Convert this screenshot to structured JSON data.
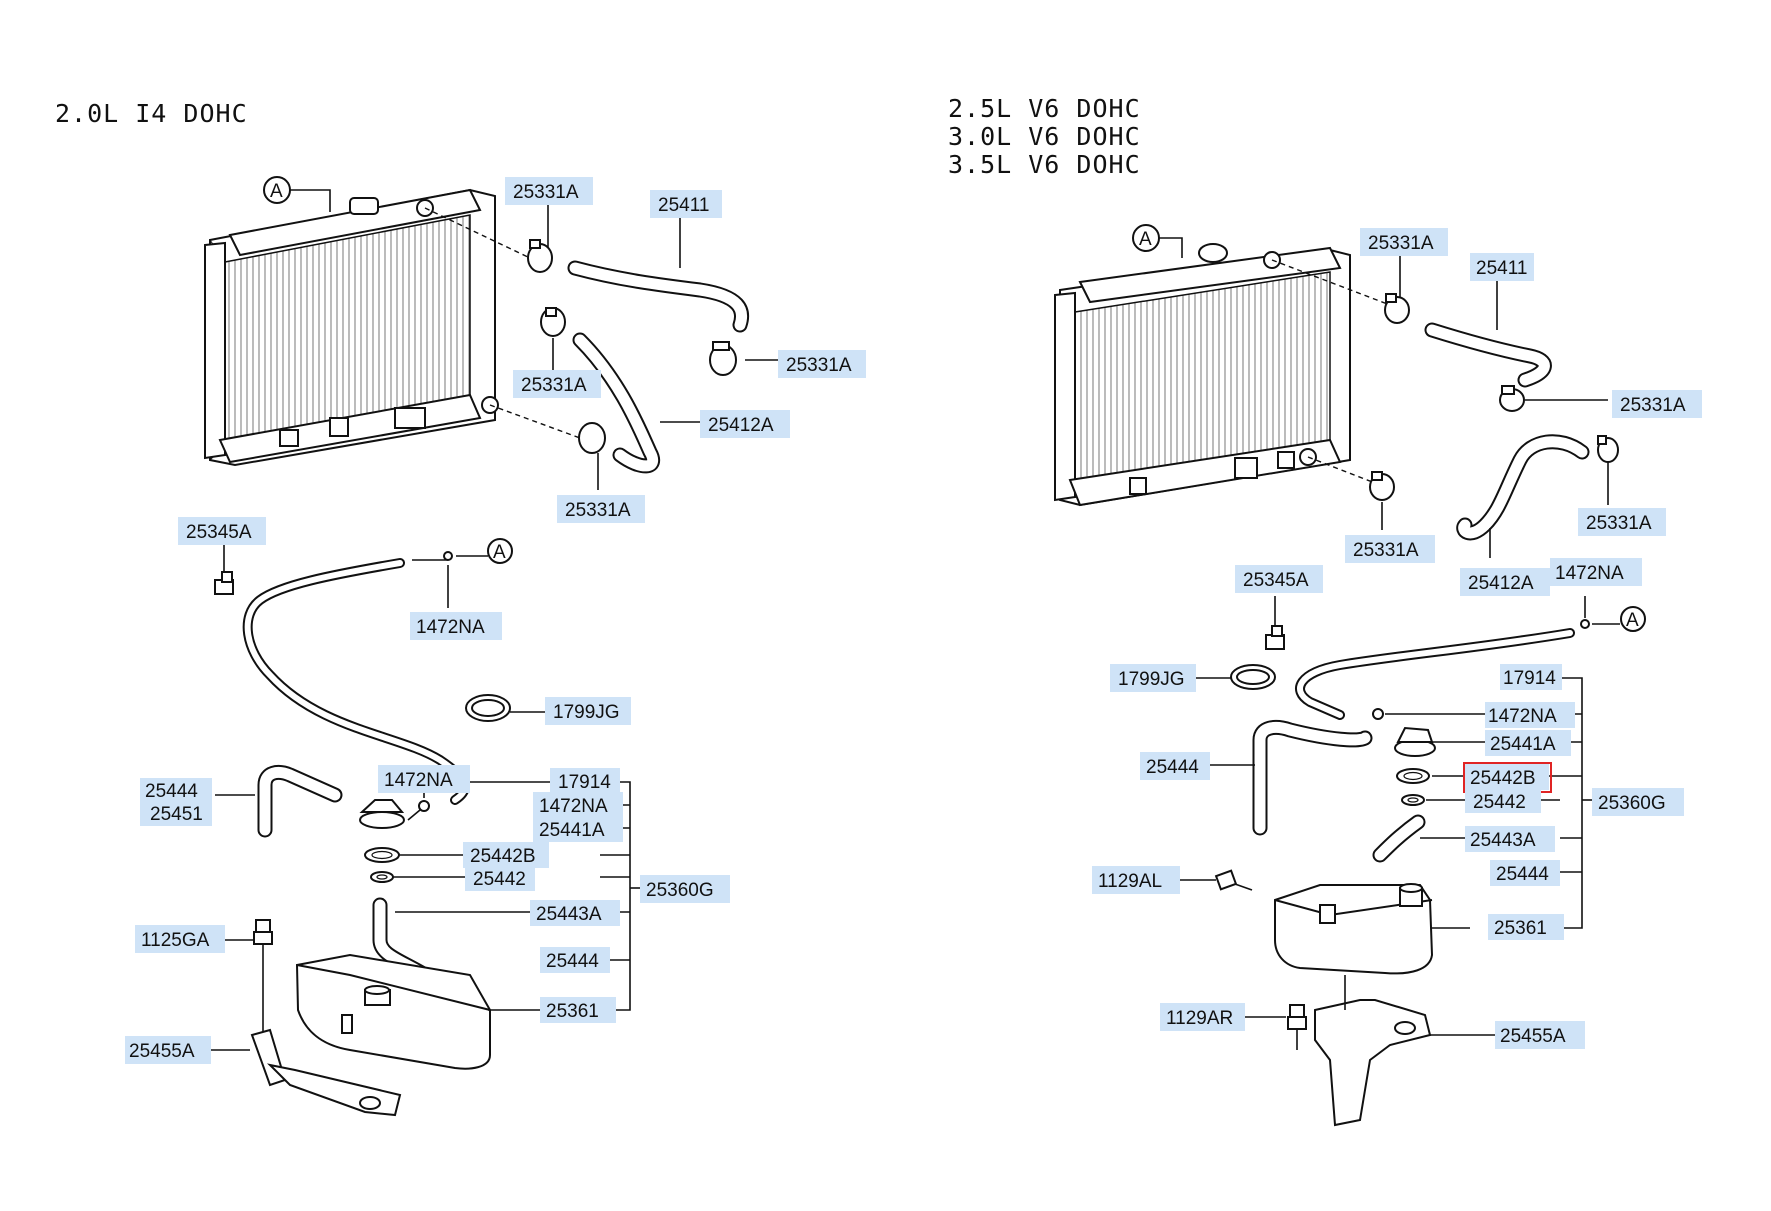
{
  "left": {
    "heading": "2.0L I4 DOHC",
    "ref_marker": "A",
    "labels": {
      "clamp_top": "25331A",
      "upper_hose": "25411",
      "clamp_right": "25331A",
      "clamp_mid": "25331A",
      "lower_hose": "25412A",
      "clamp_bottom": "25331A",
      "bracket_clip": "25345A",
      "clip_a": "1472NA",
      "hose_clamp_band": "1799JG",
      "hose_25444": "25444",
      "hose_25451": "25451",
      "clip_b": "1472NA",
      "overflow_hose": "17914",
      "clip_c": "1472NA",
      "cap": "25441A",
      "gasket_b": "25442B",
      "gasket": "25442",
      "assembly": "25360G",
      "pipe": "25443A",
      "bolt": "1125GA",
      "hose_bottom": "25444",
      "tank": "25361",
      "bracket": "25455A"
    }
  },
  "right": {
    "headings": [
      "2.5L V6 DOHC",
      "3.0L V6 DOHC",
      "3.5L V6 DOHC"
    ],
    "ref_marker": "A",
    "labels": {
      "clamp_top": "25331A",
      "upper_hose": "25411",
      "clamp_right": "25331A",
      "clamp_far": "25331A",
      "clamp_mid": "25331A",
      "lower_hose": "25412A",
      "bracket_clip": "25345A",
      "clip_a": "1472NA",
      "overflow_hose": "17914",
      "hose_clamp_band": "1799JG",
      "clip_b": "1472NA",
      "cap": "25441A",
      "hose_25444": "25444",
      "gasket_b": "25442B",
      "gasket": "25442",
      "assembly": "25360G",
      "pipe": "25443A",
      "bolt_al": "1129AL",
      "hose_bottom": "25444",
      "tank": "25361",
      "bolt_ar": "1129AR",
      "bracket": "25455A"
    }
  },
  "colors": {
    "label_highlight": "#cfe3f7",
    "selection_box": "#e02424",
    "line": "#111111"
  }
}
